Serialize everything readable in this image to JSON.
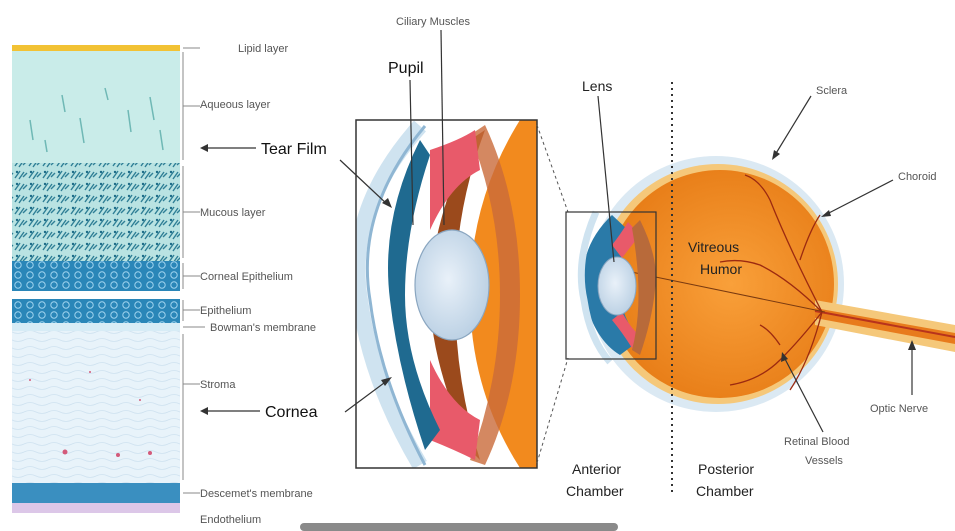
{
  "layers": {
    "lipid": "Lipid layer",
    "aqueous": "Aqueous layer",
    "tear_film": "Tear Film",
    "mucous": "Mucous layer",
    "corneal_epithelium": "Corneal Epithelium",
    "epithelium": "Epithelium",
    "bowman": "Bowman's membrane",
    "stroma": "Stroma",
    "cornea": "Cornea",
    "descemet": "Descemet's membrane",
    "endothelium": "Endothelium"
  },
  "zoom": {
    "ciliary": "Ciliary Muscles",
    "pupil": "Pupil"
  },
  "eye": {
    "lens": "Lens",
    "sclera": "Sclera",
    "choroid": "Choroid",
    "vitreous_1": "Vitreous",
    "vitreous_2": "Humor",
    "optic": "Optic Nerve",
    "retinal_1": "Retinal Blood",
    "retinal_2": "Vessels",
    "anterior_1": "Anterior",
    "anterior_2": "Chamber",
    "posterior_1": "Posterior",
    "posterior_2": "Chamber"
  },
  "colors": {
    "lipid": "#f2c234",
    "aqueous": "#c9ece9",
    "epithelium_band": "#2a86b8",
    "stroma": "#e7f2fa",
    "sclera": "#e6f1f8",
    "globe": "#f28a1e",
    "iris": "#e85a6a",
    "lens": "#d4e4f2"
  }
}
